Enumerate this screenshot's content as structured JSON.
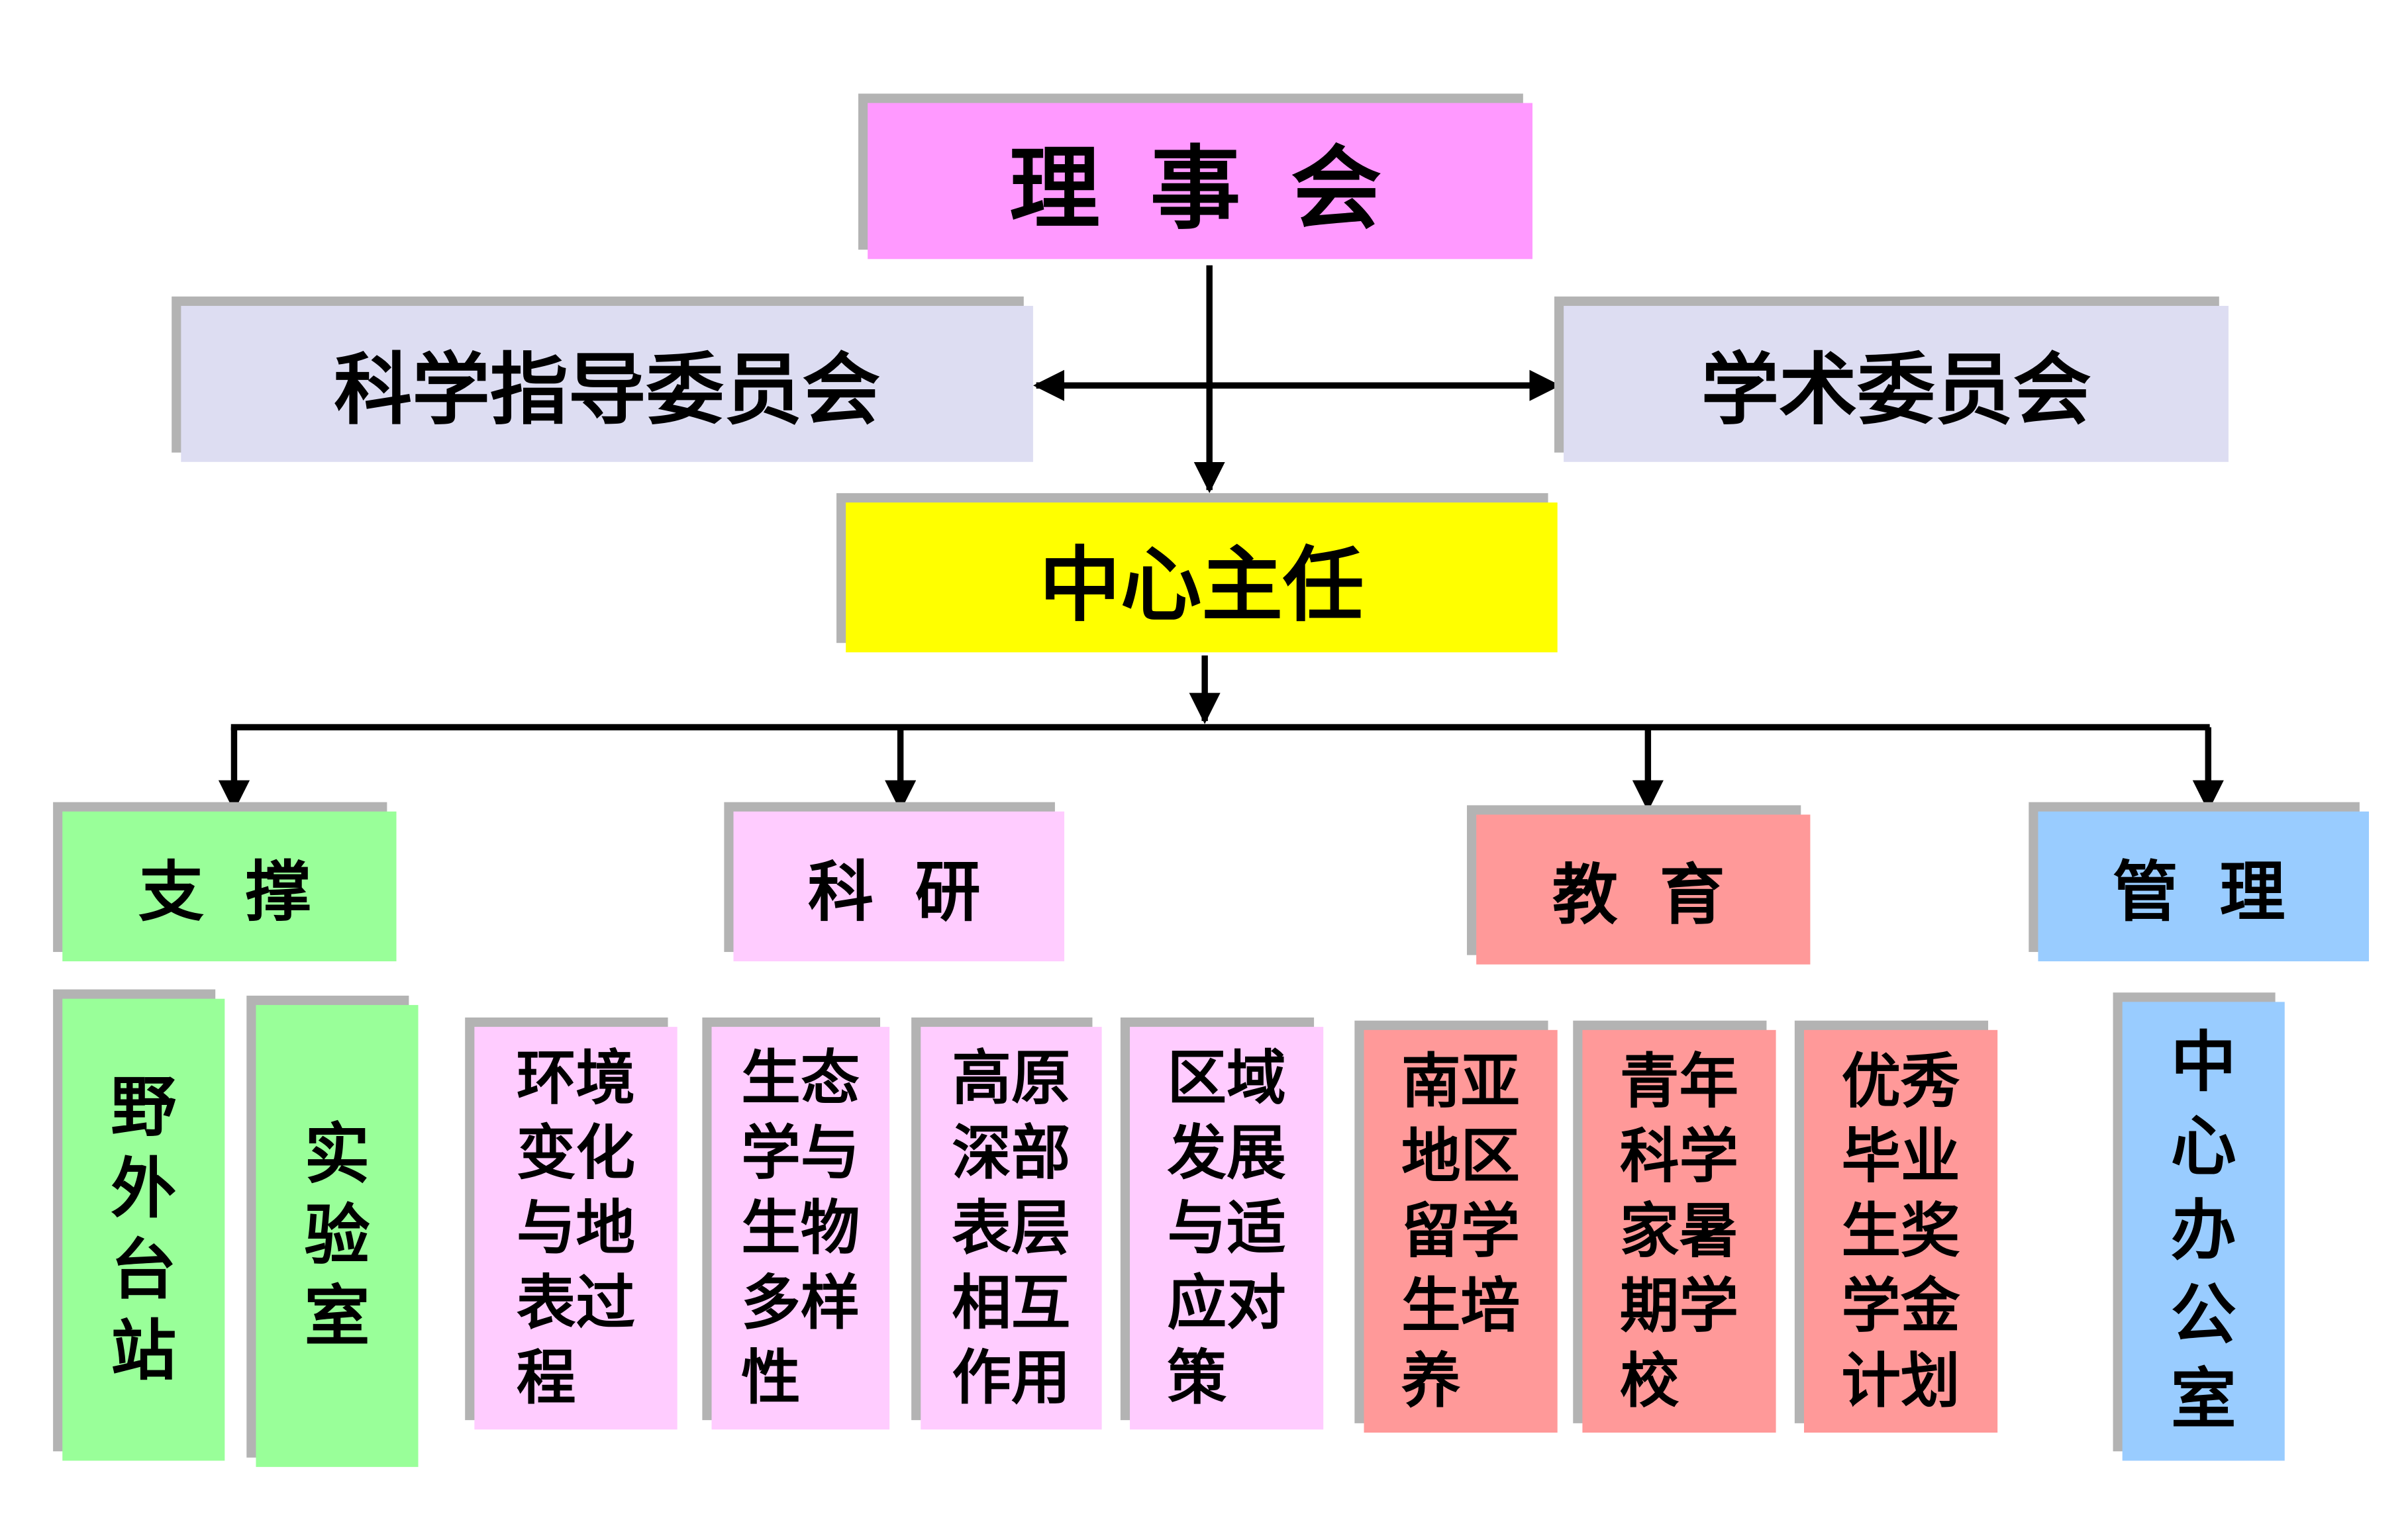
{
  "colors": {
    "board": "#ff99ff",
    "committee": "#ddddf2",
    "director": "#ffff00",
    "support": "#99ff99",
    "research": "#ffccff",
    "education": "#ff9999",
    "management": "#99ccff"
  },
  "board": {
    "label": "理 事 会"
  },
  "committees": {
    "science": "科学指导委员会",
    "academic": "学术委员会"
  },
  "director": {
    "label": "中心主任"
  },
  "departments": {
    "support": "支 撑",
    "research": "科 研",
    "education": "教 育",
    "management": "管 理"
  },
  "units": {
    "field_station": "野\n外\n台\n站",
    "lab": "实\n验\n室",
    "env_change": "环境\n变化\n与地\n表过\n程",
    "ecology": "生态\n学与\n生物\n多样\n性",
    "plateau": "高原\n深部\n表层\n相互\n作用",
    "regional": "区域\n发展\n与适\n应对\n策",
    "south_asia": "南亚\n地区\n留学\n生培\n养",
    "summer_school": "青年\n科学\n家暑\n期学\n校",
    "scholarship": "优秀\n毕业\n生奖\n学金\n计划",
    "office": "中\n心\n办\n公\n室"
  }
}
